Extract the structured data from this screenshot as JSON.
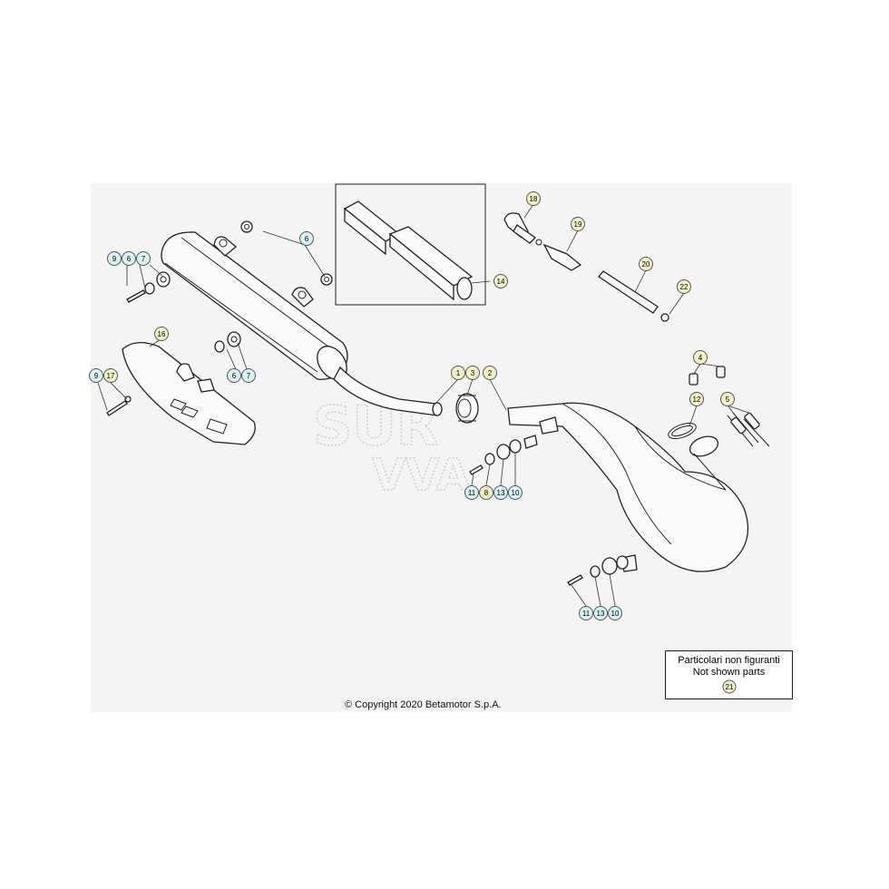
{
  "legend": {
    "line1": "Particolari non figuranti",
    "line2": "Not shown parts",
    "number": "21"
  },
  "copyright": "© Copyright 2020 Betamotor S.p.A.",
  "colors": {
    "callout_yellow": "#f3f1c8",
    "callout_cyan": "#d8f2f4",
    "panel_background": "#f4f4f4"
  },
  "callouts": [
    {
      "id": "c9a",
      "num": "9",
      "type": "cyan"
    },
    {
      "id": "c6a",
      "num": "6",
      "type": "cyan"
    },
    {
      "id": "c7a",
      "num": "7",
      "type": "cyan"
    },
    {
      "id": "c6b",
      "num": "6",
      "type": "cyan"
    },
    {
      "id": "c16",
      "num": "16",
      "type": "yellow"
    },
    {
      "id": "c9b",
      "num": "9",
      "type": "cyan"
    },
    {
      "id": "c17",
      "num": "17",
      "type": "yellow"
    },
    {
      "id": "c6c",
      "num": "6",
      "type": "cyan"
    },
    {
      "id": "c7b",
      "num": "7",
      "type": "cyan"
    },
    {
      "id": "c14",
      "num": "14",
      "type": "yellow"
    },
    {
      "id": "c18",
      "num": "18",
      "type": "yellow"
    },
    {
      "id": "c19",
      "num": "19",
      "type": "yellow"
    },
    {
      "id": "c20",
      "num": "20",
      "type": "yellow"
    },
    {
      "id": "c22",
      "num": "22",
      "type": "yellow"
    },
    {
      "id": "c1",
      "num": "1",
      "type": "yellow"
    },
    {
      "id": "c3",
      "num": "3",
      "type": "yellow"
    },
    {
      "id": "c2",
      "num": "2",
      "type": "yellow"
    },
    {
      "id": "c4",
      "num": "4",
      "type": "yellow"
    },
    {
      "id": "c12",
      "num": "12",
      "type": "yellow"
    },
    {
      "id": "c5",
      "num": "5",
      "type": "yellow"
    },
    {
      "id": "c11a",
      "num": "11",
      "type": "cyan"
    },
    {
      "id": "c8",
      "num": "8",
      "type": "yellow"
    },
    {
      "id": "c13a",
      "num": "13",
      "type": "cyan"
    },
    {
      "id": "c10a",
      "num": "10",
      "type": "cyan"
    },
    {
      "id": "c11b",
      "num": "11",
      "type": "cyan"
    },
    {
      "id": "c13b",
      "num": "13",
      "type": "cyan"
    },
    {
      "id": "c10b",
      "num": "10",
      "type": "cyan"
    }
  ]
}
